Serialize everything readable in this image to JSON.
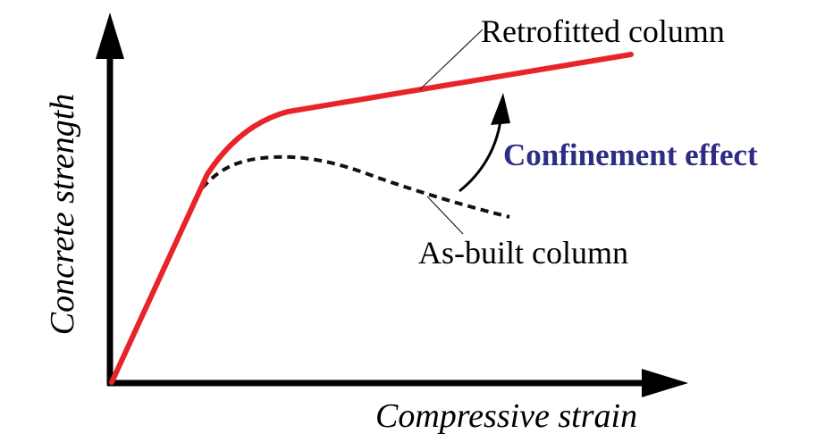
{
  "chart_data": {
    "type": "line",
    "xlabel": "Compressive strain",
    "ylabel": "Concrete strength",
    "series": [
      {
        "name": "Retrofitted column"
      },
      {
        "name": "As-built column"
      }
    ],
    "annotations": {
      "retrofitted_label": "Retrofitted column",
      "asbuilt_label": "As-built column",
      "effect_label": "Confinement effect"
    }
  },
  "colors": {
    "axis": "#000000",
    "retrofitted": "#e8232a",
    "asbuilt": "#111111",
    "effect": "#2e2d86",
    "leader": "#222222"
  }
}
